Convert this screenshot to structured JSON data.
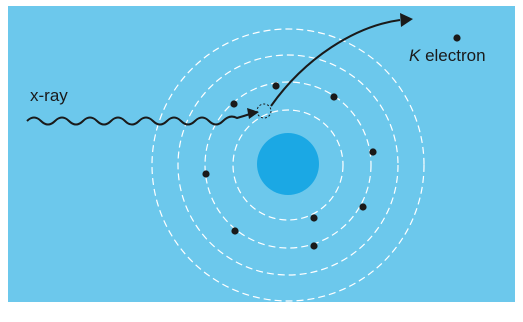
{
  "diagram": {
    "background_color": "#6cc8ec",
    "nucleus_color": "#1ba8e4",
    "labels": {
      "k_symbol": "K",
      "k_word": "electron",
      "xray": "x-ray"
    }
  }
}
